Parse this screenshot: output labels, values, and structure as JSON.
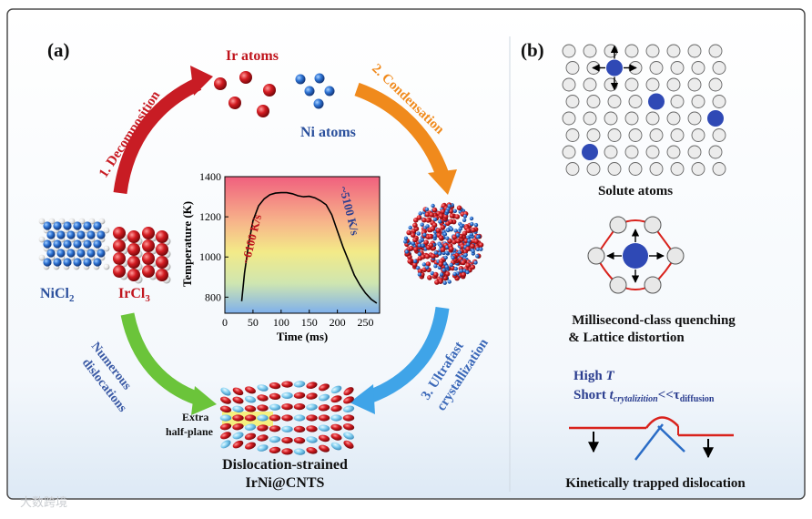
{
  "panel_a": {
    "label": "(a)",
    "ir_atoms": "Ir atoms",
    "ni_atoms": "Ni atoms",
    "step1": "1. Decomposition",
    "step2": "2. Condensation",
    "step3a": "3. Ultrafast",
    "step3b": "crystallization",
    "numerous1": "Numerous",
    "numerous2": "dislocations",
    "nicl2_base": "NiCl",
    "nicl2_sub": "2",
    "ircl3_base": "IrCl",
    "ircl3_sub": "3",
    "extra1": "Extra",
    "extra2": "half-plane",
    "product1": "Dislocation-strained",
    "product2": "IrNi@CNTS",
    "colors": {
      "ir": "#c0151d",
      "ni": "#2a4f9c",
      "arrow1": "#c81c24",
      "arrow2": "#f08a1c",
      "arrow3": "#3fa4e8",
      "arrow4": "#6bc43a"
    }
  },
  "chart_data": {
    "type": "line",
    "xlabel": "Time (ms)",
    "ylabel": "Temperature (K)",
    "xlim": [
      0,
      275
    ],
    "ylim": [
      720,
      1400
    ],
    "xticks": [
      0,
      50,
      100,
      150,
      200,
      250
    ],
    "yticks": [
      800,
      1000,
      1200,
      1400
    ],
    "heating_rate": "~6100 K/s",
    "cooling_rate": "~5100 K/s",
    "series": [
      {
        "x": [
          30,
          35,
          42,
          50,
          60,
          70,
          80,
          90,
          100,
          110,
          120,
          130,
          140,
          150,
          160,
          170,
          180,
          190,
          200,
          210,
          220,
          230,
          240,
          250,
          260,
          270
        ],
        "y": [
          780,
          920,
          1060,
          1180,
          1255,
          1290,
          1310,
          1318,
          1320,
          1320,
          1315,
          1305,
          1300,
          1302,
          1295,
          1280,
          1260,
          1210,
          1130,
          1050,
          980,
          910,
          860,
          820,
          790,
          770
        ]
      }
    ]
  },
  "panel_b": {
    "label": "(b)",
    "solute": "Solute atoms",
    "quench1": "Millisecond-class quenching",
    "quench2": "& Lattice distortion",
    "high": "High ",
    "high_t": "T",
    "short": "Short ",
    "t": "t",
    "t_sub": "crytalizition",
    "lt": "<<τ",
    "tau_sub": "diffusion",
    "kinetic": "Kinetically trapped dislocation",
    "colors": {
      "solute": "#2f49b5",
      "host": "#e6e6e6",
      "bond": "#d9221c",
      "text_blue": "#2a3d8f"
    }
  },
  "watermark": "大数跨境"
}
